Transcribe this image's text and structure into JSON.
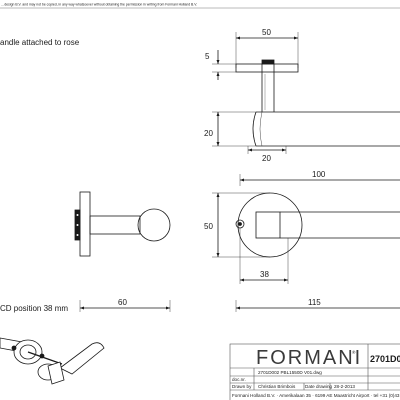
{
  "notice": "…design B.V. and may not be copied, in any way whatsoever without obtaining the permission in writing from Formani Holland B.V.",
  "title_note": "andle attached to rose",
  "cd_note": "CD position 38 mm",
  "dimensions": {
    "top_width": "50",
    "top_rose_thickness": "5",
    "top_lever_height": "20",
    "top_lever_width": "20",
    "lever_length": "100",
    "rose_diameter": "50",
    "side_length": "60",
    "total_length": "115",
    "cd_offset": "38"
  },
  "title_block": {
    "brand": "FORMANI",
    "registered": "®",
    "code": "2701D0",
    "doc_label": "doc.nr.",
    "doc_value": "2701D002 PBL1550D V01.dwg",
    "drawn_label": "Drawn by",
    "drawn_value": "Christian Brimbois",
    "date_label": "Date drawing",
    "date_value": "28-2-2013",
    "address": "Formani Holland B.V. · Amerikalaan 35 · 6199 AE Maastricht Airport · tel +31 (0)43"
  },
  "colors": {
    "line": "#1a1a1a",
    "border": "#555555"
  }
}
